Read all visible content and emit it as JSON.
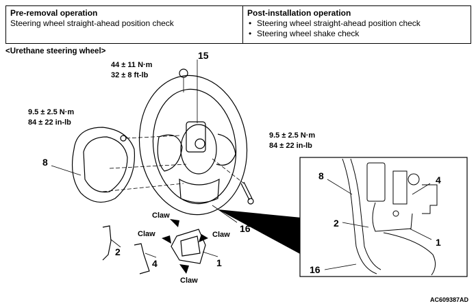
{
  "table": {
    "pre_removal": {
      "heading": "Pre-removal operation",
      "items": [
        "Steering wheel straight-ahead position check"
      ]
    },
    "post_installation": {
      "heading": "Post-installation operation",
      "items": [
        "Steering wheel straight-ahead position check",
        "Steering wheel shake check"
      ]
    }
  },
  "subtitle": "<Urethane steering wheel>",
  "torque": {
    "nut_nm": "44 ± 11 N·m",
    "nut_ftlb": "32 ± 8 ft-lb",
    "left_nm": "9.5 ± 2.5 N·m",
    "left_inlb": "84 ± 22 in-lb",
    "right_nm": "9.5 ± 2.5 N·m",
    "right_inlb": "84 ± 22 in-lb"
  },
  "parts": {
    "p15": "15",
    "p8": "8",
    "p16": "16",
    "p2": "2",
    "p4": "4",
    "p1": "1",
    "detail_8": "8",
    "detail_4": "4",
    "detail_2": "2",
    "detail_1": "1",
    "detail_16": "16"
  },
  "claws": {
    "top": "Claw",
    "left": "Claw",
    "right": "Claw",
    "bottom": "Claw"
  },
  "figure_code": "AC609387AD"
}
